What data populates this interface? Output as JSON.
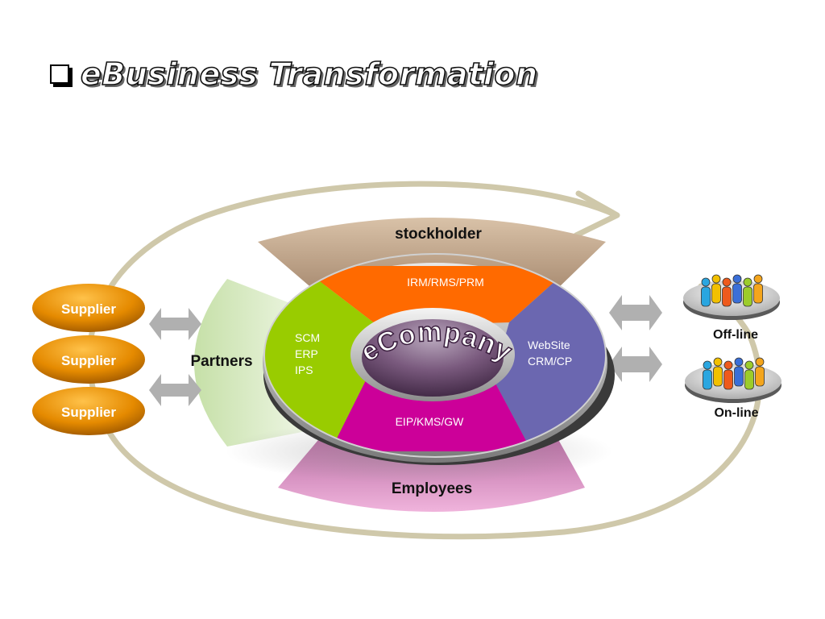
{
  "title": "eBusiness Transformation",
  "center_label": "eCompany",
  "top_band": "stockholder",
  "bottom_band": "Employees",
  "left_band": "Partners",
  "segments": {
    "top": "IRM/RMS/PRM",
    "left": [
      "SCM",
      "ERP",
      "IPS"
    ],
    "right": [
      "WebSite",
      "CRM/CP"
    ],
    "bottom": "EIP/KMS/GW"
  },
  "suppliers": [
    "Supplier",
    "Supplier",
    "Supplier"
  ],
  "customers": {
    "offline": "Off-line",
    "online": "On-line"
  },
  "colors": {
    "top_segment": "#ff6a00",
    "left_segment": "#99cc00",
    "right_segment": "#6b67b0",
    "bottom_segment": "#cc0099",
    "supplier": "#e58a00",
    "orbit": "#cfc8aa"
  }
}
